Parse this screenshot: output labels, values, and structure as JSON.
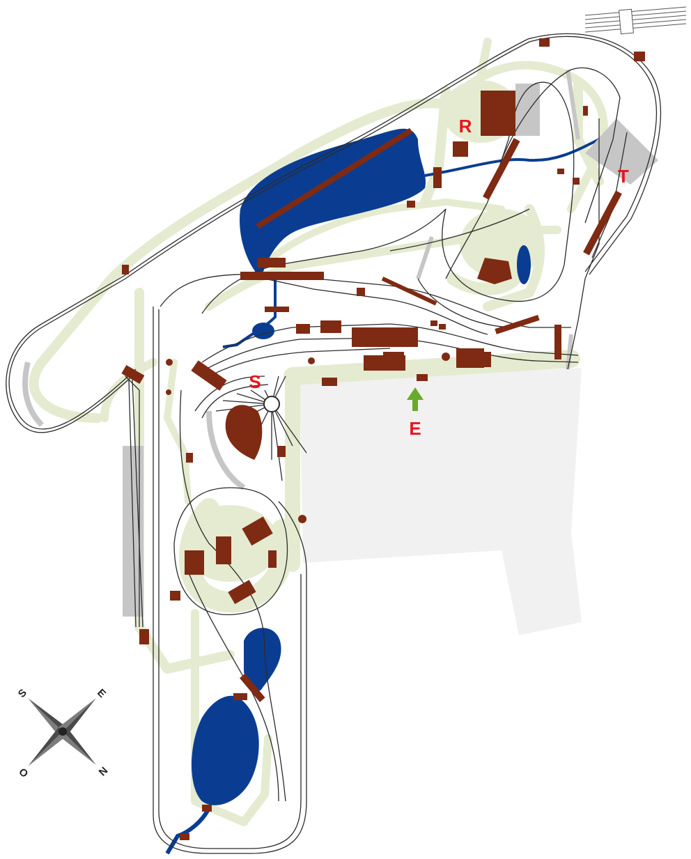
{
  "map": {
    "labels": {
      "R": "R",
      "S": "S",
      "T": "T",
      "E": "E"
    },
    "compass": {
      "north": "N",
      "south": "S",
      "east": "E",
      "west": "O"
    },
    "colors": {
      "background": "#ffffff",
      "paths": "#e4ebd0",
      "path_edge": "#b9c4a0",
      "water": "#0a3d91",
      "buildings": "#7f2a12",
      "track": "#2b2b2b",
      "platform": "#c6c6c6",
      "paved_area": "#f1f1f1",
      "label_red": "#e8141b",
      "arrow_green": "#6aaa2a",
      "compass_dark": "#4a4a4a",
      "compass_light": "#7d7d7d"
    }
  }
}
